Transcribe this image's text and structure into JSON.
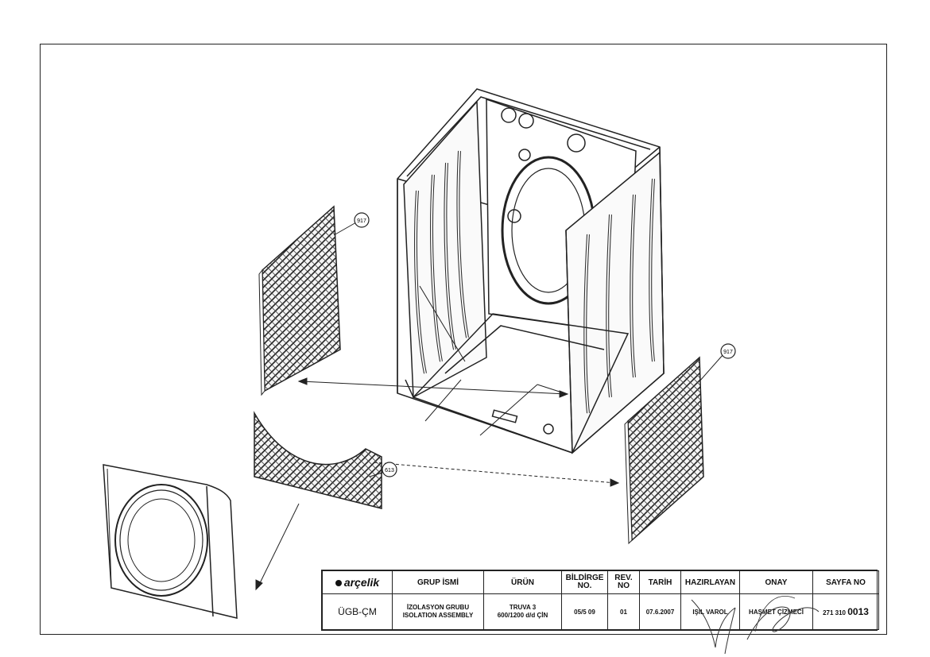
{
  "callouts": {
    "left_panel": "917",
    "right_panel": "917",
    "front_panel": "613"
  },
  "title_block": {
    "logo_text": "arçelik",
    "headers": {
      "group_name": "GRUP İSMİ",
      "product": "ÜRÜN",
      "bildirge_line1": "BİLDİRGE",
      "bildirge_line2": "NO.",
      "rev_line1": "REV.",
      "rev_line2": "NO",
      "date": "TARİH",
      "prepared_by": "HAZIRLAYAN",
      "approval": "ONAY",
      "page_no": "SAYFA NO"
    },
    "values": {
      "department": "ÜGB-ÇM",
      "group_name_tr": "İZOLASYON GRUBU",
      "group_name_en": "ISOLATION ASSEMBLY",
      "product_line1": "TRUVA 3",
      "product_line2": "600/1200 d/d ÇİN",
      "bildirge_no": "05/5 09",
      "rev_no": "01",
      "date": "07.6.2007",
      "prepared_by": "IŞIL VAROL",
      "approval": "HAŞMET ÇİZMECİ",
      "page_prefix": "271 310",
      "page_number": "0013"
    }
  }
}
